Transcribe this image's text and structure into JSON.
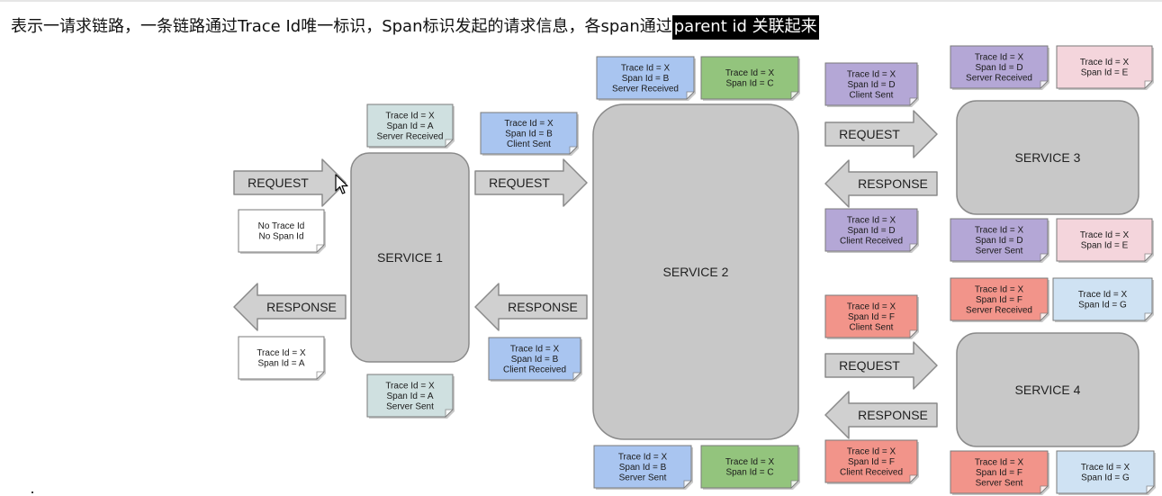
{
  "caption": {
    "text": "表示一请求链路，一条链路通过Trace Id唯一标识，Span标识发起的请求信息，各span通过",
    "highlight": "parent id 关联起来"
  },
  "services": {
    "s1": "SERVICE 1",
    "s2": "SERVICE 2",
    "s3": "SERVICE 3",
    "s4": "SERVICE 4"
  },
  "arrows": {
    "request": "REQUEST",
    "response": "RESPONSE"
  },
  "notes": {
    "n_no_trace": [
      "No Trace Id",
      "No Span Id"
    ],
    "n_a_resp": [
      "Trace Id = X",
      "Span Id = A"
    ],
    "n_a_sr": [
      "Trace Id = X",
      "Span Id = A",
      "Server Received"
    ],
    "n_a_ss": [
      "Trace Id = X",
      "Span Id = A",
      "Server Sent"
    ],
    "n_b_cs": [
      "Trace Id = X",
      "Span Id = B",
      "Client Sent"
    ],
    "n_b_cr": [
      "Trace Id = X",
      "Span Id = B",
      "Client Received"
    ],
    "n_b_sr": [
      "Trace Id = X",
      "Span Id = B",
      "Server Received"
    ],
    "n_c_top": [
      "Trace Id = X",
      "Span Id = C"
    ],
    "n_b_ss": [
      "Trace Id = X",
      "Span Id = B",
      "Server Sent"
    ],
    "n_c_bot": [
      "Trace Id = X",
      "Span Id = C"
    ],
    "n_d_cs": [
      "Trace Id = X",
      "Span Id = D",
      "Client Sent"
    ],
    "n_d_cr": [
      "Trace Id = X",
      "Span Id = D",
      "Client Received"
    ],
    "n_d_sr": [
      "Trace Id = X",
      "Span Id = D",
      "Server Received"
    ],
    "n_e_top": [
      "Trace Id = X",
      "Span Id = E"
    ],
    "n_d_ss": [
      "Trace Id = X",
      "Span Id = D",
      "Server Sent"
    ],
    "n_e_bot": [
      "Trace Id = X",
      "Span Id = E"
    ],
    "n_f_cs": [
      "Trace Id = X",
      "Span Id = F",
      "Client Sent"
    ],
    "n_f_cr": [
      "Trace Id = X",
      "Span Id = F",
      "Client Received"
    ],
    "n_f_sr": [
      "Trace Id = X",
      "Span Id = F",
      "Server Received"
    ],
    "n_g_top": [
      "Trace Id = X",
      "Span Id = G"
    ],
    "n_f_ss": [
      "Trace Id = X",
      "Span Id = F",
      "Server Sent"
    ],
    "n_g_bot": [
      "Trace Id = X",
      "Span Id = G"
    ]
  },
  "colors": {
    "service_fill": "#c8c8c8",
    "service_stroke": "#8a8a8a",
    "arrow_fill": "#d0d0d0",
    "arrow_stroke": "#8a8a8a",
    "note_white": "#ffffff",
    "note_teal": "#cfe0e0",
    "note_blue": "#a9c5f0",
    "note_green": "#93c47d",
    "note_purple": "#b4a7d6",
    "note_pink": "#f4d5dc",
    "note_red": "#f2948a",
    "note_lightblue": "#cfe2f3"
  }
}
